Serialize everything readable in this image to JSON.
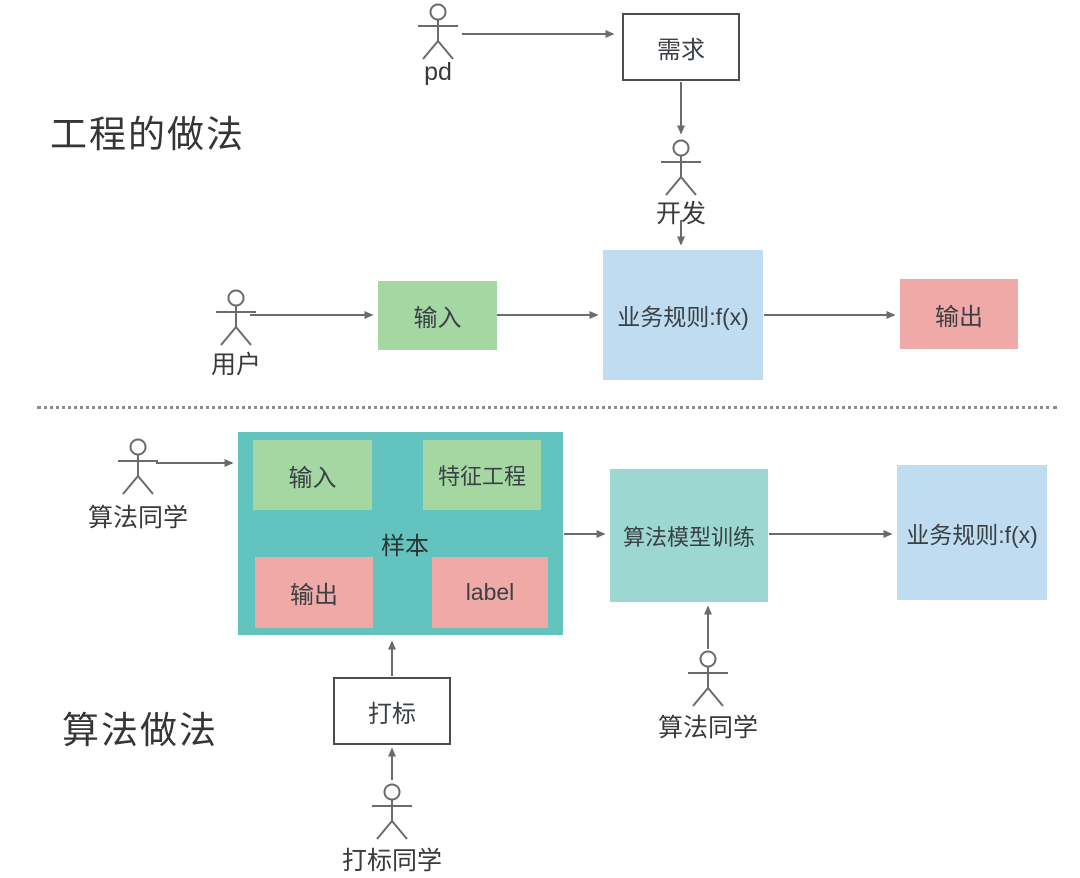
{
  "colors": {
    "green": "#a4d7a2",
    "blue": "#bfdcf0",
    "pink": "#efaaa8",
    "teal": "#62c3bf",
    "teal-light": "#9cd7d1",
    "line": "#6b6b6b",
    "text": "#3b4045",
    "border": "#4d4d4d"
  },
  "sections": {
    "engineering": {
      "title": "工程的做法"
    },
    "algorithm": {
      "title": "算法做法"
    }
  },
  "actors": {
    "pd": {
      "label": "pd"
    },
    "developer": {
      "label": "开发"
    },
    "user": {
      "label": "用户"
    },
    "algo_left": {
      "label": "算法同学"
    },
    "algo_right": {
      "label": "算法同学"
    },
    "labeler": {
      "label": "打标同学"
    }
  },
  "nodes": {
    "requirement": {
      "label": "需求"
    },
    "input_top": {
      "label": "输入"
    },
    "rule_top": {
      "label": "业务规则:f(x)"
    },
    "output_top": {
      "label": "输出"
    },
    "input_inner": {
      "label": "输入"
    },
    "feature_engineering": {
      "label": "特征工程"
    },
    "sample": {
      "label": "样本"
    },
    "output_inner": {
      "label": "输出"
    },
    "label_inner": {
      "label": "label"
    },
    "model_training": {
      "label": "算法模型训练"
    },
    "rule_bottom": {
      "label": "业务规则:f(x)"
    },
    "tagging": {
      "label": "打标"
    }
  }
}
